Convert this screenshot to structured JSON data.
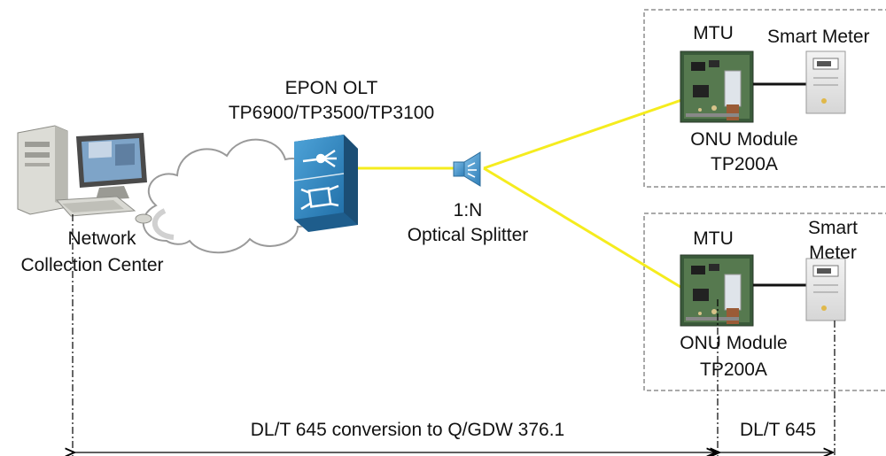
{
  "olt": {
    "name": "EPON OLT",
    "models": "TP6900/TP3500/TP3100"
  },
  "collection_center": {
    "line1": "Network",
    "line2": "Collection Center"
  },
  "splitter": {
    "ratio": "1:N",
    "name": "Optical Splitter"
  },
  "branches": [
    {
      "mtu": "MTU",
      "meter": "Smart Meter",
      "onu_line1": "ONU Module",
      "onu_line2": "TP200A"
    },
    {
      "mtu": "MTU",
      "meter_line1": "Smart",
      "meter_line2": "Meter",
      "onu_line1": "ONU Module",
      "onu_line2": "TP200A"
    }
  ],
  "spans": {
    "conversion": "DL/T 645 conversion to Q/GDW 376.1",
    "meter_protocol": "DL/T 645"
  },
  "colors": {
    "fiber": "#f5ec1e",
    "olt_fill": "#2f86c0",
    "boundary": "#555555"
  },
  "icons": [
    "computer-icon",
    "cloud-icon",
    "olt-switch-icon",
    "splitter-speaker-icon",
    "pcb-module-icon",
    "meter-icon"
  ]
}
